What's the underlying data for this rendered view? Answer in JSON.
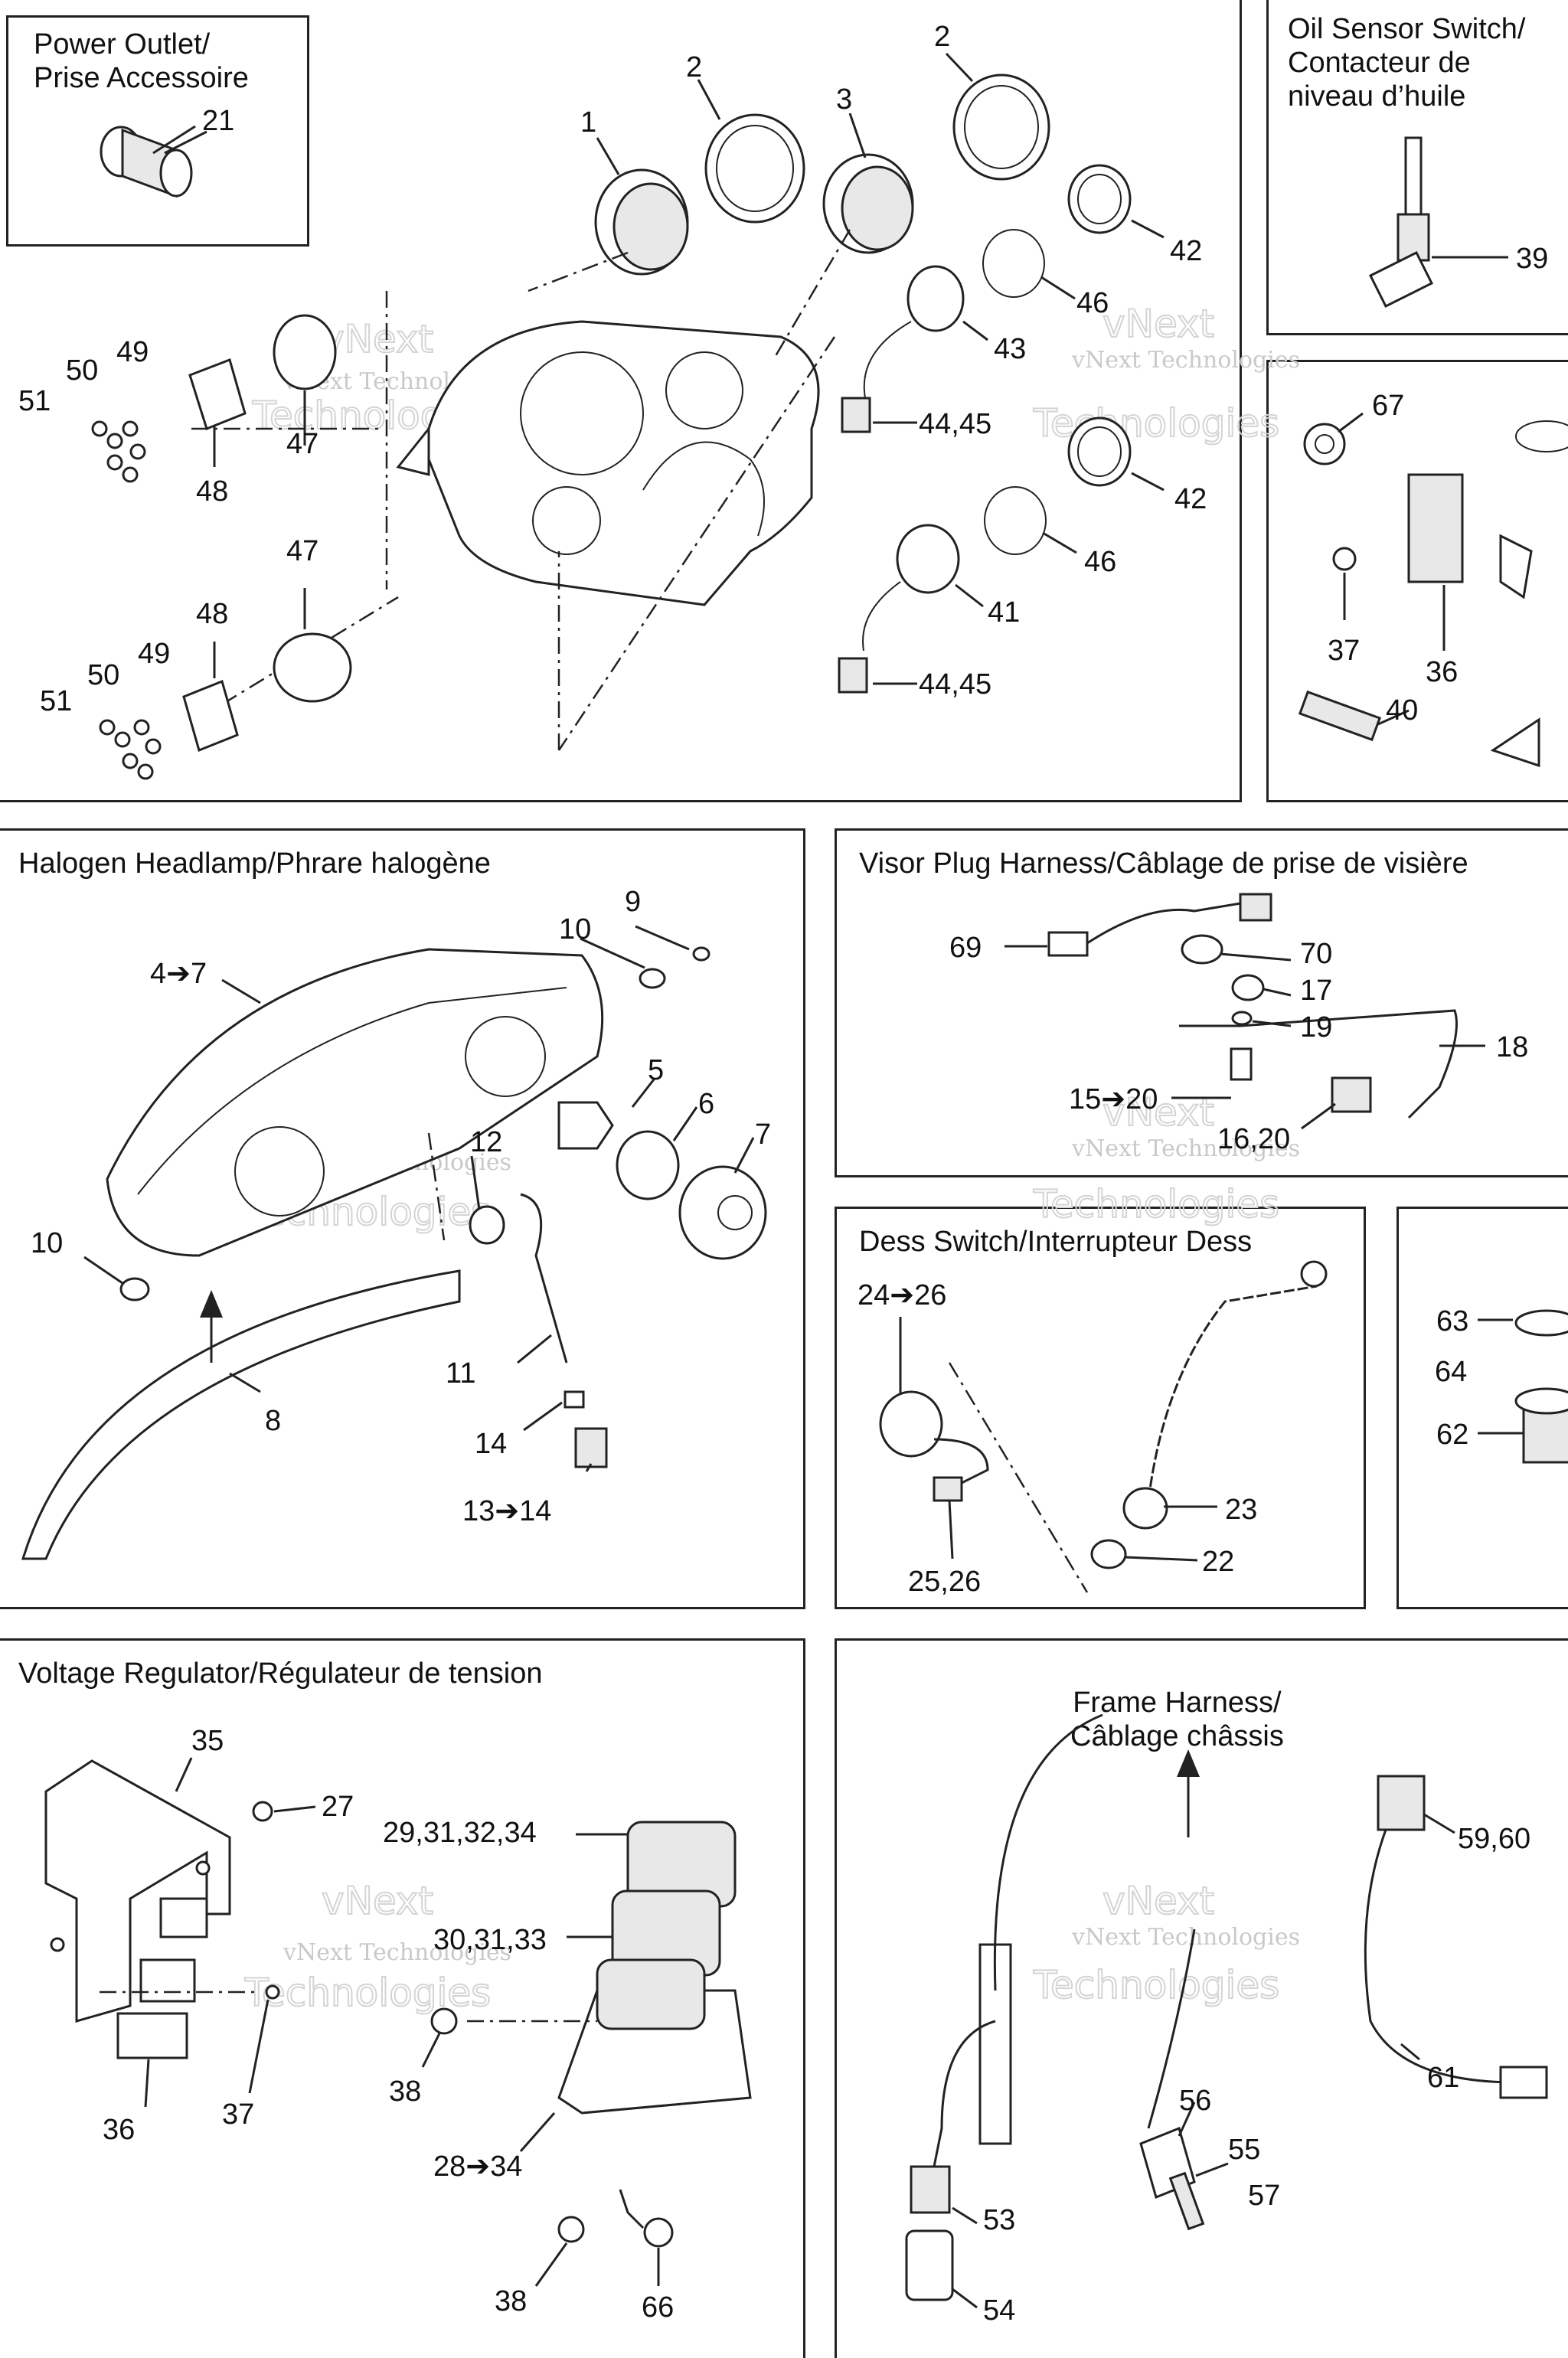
{
  "panels": {
    "power_outlet": {
      "title": "Power Outlet/\nPrise Accessoire"
    },
    "oil_sensor": {
      "title": "Oil Sensor Switch/\nContacteur de\nniveau d’huile"
    },
    "headlamp": {
      "title": "Halogen Headlamp/Phrare halogène"
    },
    "visor": {
      "title": "Visor Plug Harness/Câblage de prise de visière"
    },
    "dess": {
      "title": "Dess Switch/Interrupteur Dess"
    },
    "regulator": {
      "title": "Voltage Regulator/Régulateur de tension"
    },
    "frame": {
      "title": "Frame Harness/\nCâblage châssis"
    }
  },
  "watermark": {
    "line1": "vNext Technologies",
    "line2": "Technologies",
    "line3": "vNext"
  },
  "callouts": {
    "c21": "21",
    "c1": "1",
    "c2a": "2",
    "c2b": "2",
    "c3": "3",
    "c42a": "42",
    "c46a": "46",
    "c43": "43",
    "c4445a": "44,45",
    "c42b": "42",
    "c46b": "46",
    "c41": "41",
    "c4445b": "44,45",
    "c49a": "49",
    "c50a": "50",
    "c51a": "51",
    "c47a": "47",
    "c48a": "48",
    "c47b": "47",
    "c48b": "48",
    "c49b": "49",
    "c50b": "50",
    "c51b": "51",
    "c39": "39",
    "c67": "67",
    "c37a": "37",
    "c36a": "36",
    "c40": "40",
    "c9": "9",
    "c10a": "10",
    "c4to7": "4➔7",
    "c5": "5",
    "c6": "6",
    "c7": "7",
    "c12": "12",
    "c10b": "10",
    "c11": "11",
    "c8": "8",
    "c14": "14",
    "c13to14": "13➔14",
    "c69": "69",
    "c70": "70",
    "c17": "17",
    "c19": "19",
    "c18": "18",
    "c15to20": "15➔20",
    "c1620": "16,20",
    "c2426": "24➔26",
    "c23": "23",
    "c22": "22",
    "c2526": "25,26",
    "c63": "63",
    "c64": "64",
    "c62": "62",
    "c35": "35",
    "c27": "27",
    "c29": "29,31,32,34",
    "c30": "30,31,33",
    "c38a": "38",
    "c36b": "36",
    "c37b": "37",
    "c28": "28➔34",
    "c38b": "38",
    "c66": "66",
    "c5960": "59,60",
    "c61": "61",
    "c56": "56",
    "c55": "55",
    "c57": "57",
    "c53": "53",
    "c54": "54"
  }
}
